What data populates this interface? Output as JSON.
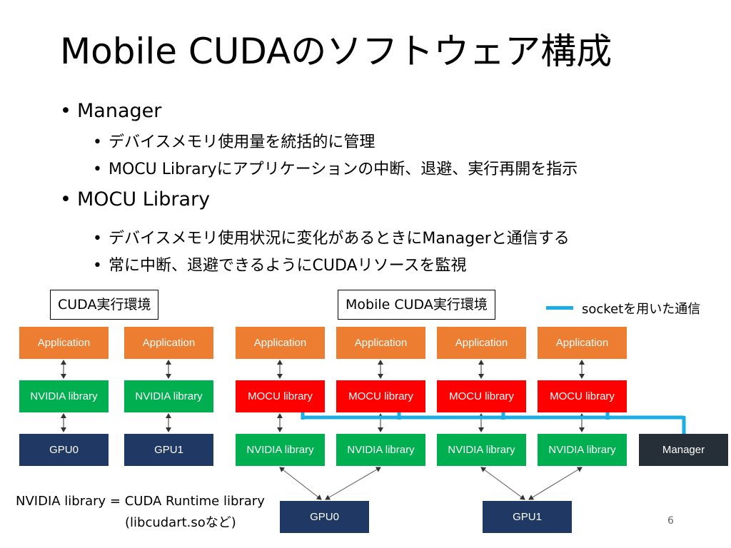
{
  "slide": {
    "title": "Mobile CUDAのソフトウェア構成",
    "bullets": [
      {
        "label": "Manager",
        "sub": [
          "デバイスメモリ使用量を統括的に管理",
          "MOCU Libraryにアプリケーションの中断、退避、実行再開を指示"
        ]
      },
      {
        "label": "MOCU Library",
        "sub": [
          "デバイスメモリ使用状況に変化があるときにManagerと通信する",
          "常に中断、退避できるようにCUDAリソースを監視"
        ]
      }
    ],
    "page_number": "6"
  },
  "diagram": {
    "env_cuda": "CUDA実行環境",
    "env_mobile": "Mobile CUDA実行環境",
    "legend": "socketを用いた通信",
    "app_label": "Application",
    "nvidia_label": "NVIDIA library",
    "mocu_label": "MOCU library",
    "manager_label": "Manager",
    "gpu0": "GPU0",
    "gpu1": "GPU1",
    "note_line1": "NVIDIA library = CUDA Runtime library",
    "note_line2": "(libcudart.soなど)",
    "colors": {
      "application": "#ED7D31",
      "nvidia": "#00B050",
      "mocu": "#FF0000",
      "gpu": "#1F3864",
      "manager": "#262E38",
      "socket": "#1AAEE5"
    }
  }
}
